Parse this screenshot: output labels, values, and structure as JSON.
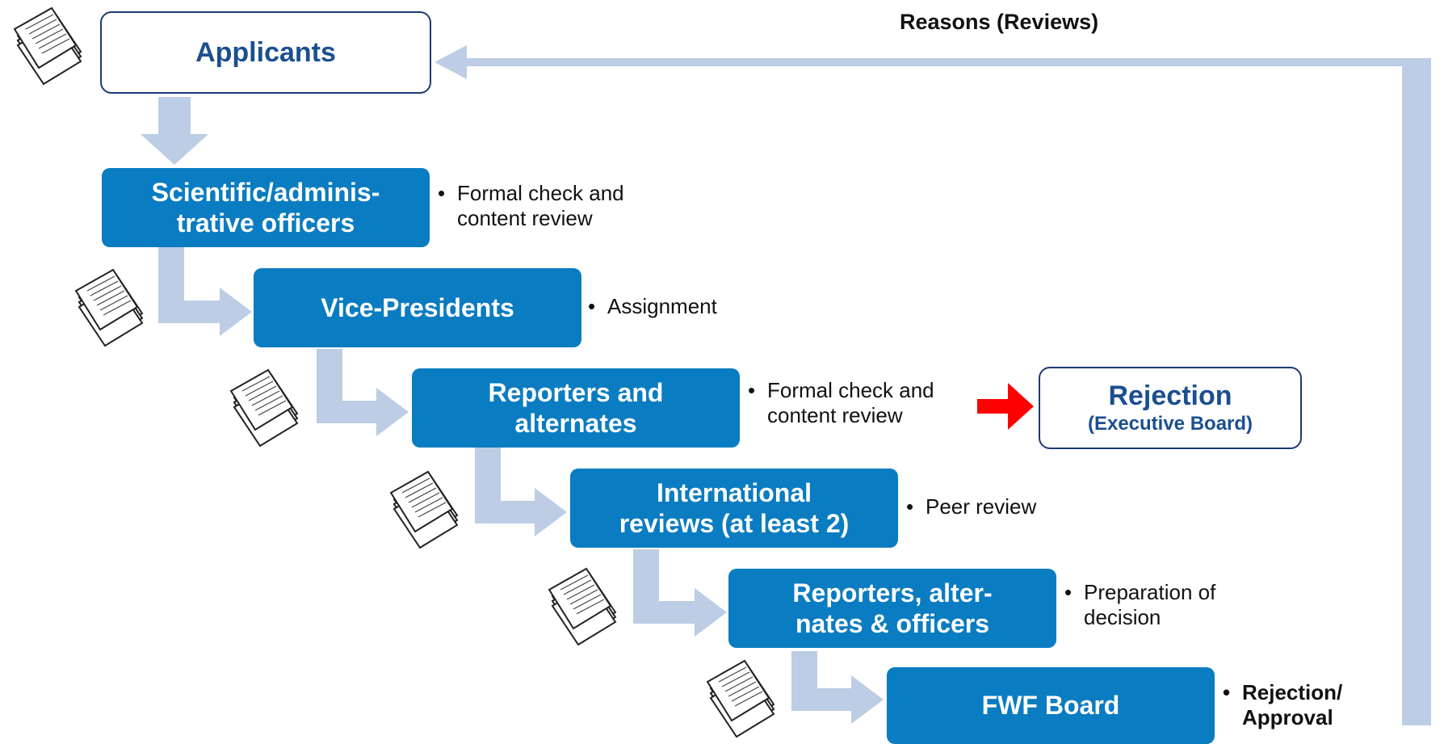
{
  "returnLabel": "Reasons (Reviews)",
  "applicants": {
    "label": "Applicants"
  },
  "steps": [
    {
      "label": "Scientific/adminis-\ntrative officers",
      "note": "Formal check and\ncontent review"
    },
    {
      "label": "Vice-Presidents",
      "note": "Assignment"
    },
    {
      "label": "Reporters and\nalternates",
      "note": "Formal check and\ncontent review"
    },
    {
      "label": "International\nreviews (at least 2)",
      "note": "Peer review"
    },
    {
      "label": "Reporters, alter-\nnates & officers",
      "note": " Preparation of\ndecision"
    },
    {
      "label": "FWF Board",
      "note": "Rejection/\nApproval"
    }
  ],
  "bullet": "•",
  "rejection": {
    "title": "Rejection",
    "subtitle": "(Executive Board)"
  },
  "colors": {
    "boxFill": "#0a7cc1",
    "flowArrow": "#bccde5",
    "rejectArrow": "#ff0000",
    "outlineText": "#1b4f8f"
  },
  "icons": [
    "document-stack-icon"
  ]
}
